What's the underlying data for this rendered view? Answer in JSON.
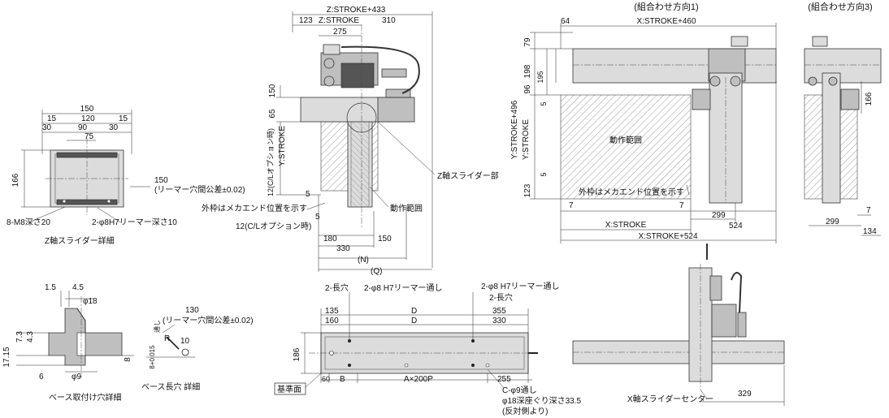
{
  "views": {
    "combo1_title": "(組合わせ方向1)",
    "combo3_title": "(組合わせ方向3)",
    "z_slider_detail": "Z軸スライダー詳細",
    "base_hole_detail": "ベース取付け穴詳細",
    "base_slot_detail": "ベース長穴 詳細",
    "x_slider_center": "X軸スライダーセンター"
  },
  "labels": {
    "z_slider_part": "Z軸スライダー部",
    "operating_range": "動作範囲",
    "operating_range_2": "動作範囲",
    "outer_frame_note": "外枠はメカエンド位置を示す",
    "outer_frame_note_2": "外枠はメカエンド位置を示す",
    "cl_option": "12(C/Lオプション時)",
    "cl_option_v": "12(C/Lオプション時)",
    "reamer_tol": "(リーマー穴間公差±0.02)",
    "reamer_tol_2": "(リーマー穴間公差±0.02)",
    "m8": "8-M8深さ20",
    "h7_reamer": "2-φ8H7リーマー深さ10",
    "long_hole_1": "2-長穴",
    "long_hole_2": "2-長穴",
    "h7_through_1": "2-φ8 H7リーマー通し",
    "h7_through_2": "2-φ8 H7リーマー通し",
    "ref_surface": "基準面",
    "c_hole": "C-φ9通し",
    "counterbore": "φ18深座ぐり深さ33.5",
    "opposite_side": "(反対側より)",
    "through": "通し"
  },
  "dims": {
    "z_stroke_433": "Z:STROKE+433",
    "z_stroke": "Z:STROKE",
    "d123": "123",
    "d310": "310",
    "d275": "275",
    "d65": "65",
    "d150v": "150",
    "y_stroke_v": "Y:STROKE",
    "d5a": "5",
    "d5b": "5",
    "d180": "180",
    "d330": "330",
    "d150": "150",
    "dN": "(N)",
    "dQ": "(Q)",
    "x_stroke_460": "X:STROKE+460",
    "d64": "64",
    "d79": "79",
    "d198": "198",
    "d195": "195",
    "d96": "96",
    "d5c": "5",
    "y_stroke_496": "Y:STROKE+496",
    "y_stroke2": "Y:STROKE",
    "d5d": "5",
    "d123b": "123",
    "d7a": "7",
    "d7b": "7",
    "d299": "299",
    "d524": "524",
    "x_stroke": "X:STROKE",
    "x_stroke_524": "X:STROKE+524",
    "d166r": "166",
    "d299r": "299",
    "d7r": "7",
    "d134": "134",
    "z150": "150",
    "z15a": "15",
    "z120": "120",
    "z15b": "15",
    "z30a": "30",
    "z90": "90",
    "z30b": "30",
    "z75": "75",
    "z166": "166",
    "z150b": "150",
    "b15": "1.5",
    "b45": "4.5",
    "b18": "φ18",
    "b73": "7.3",
    "b43": "4.3",
    "b1715": "17.15",
    "b6": "6",
    "b9": "φ9",
    "b8": "8",
    "s130": "130",
    "s8tol": "8+0.015",
    "s10": "10",
    "sR": "R",
    "d135": "135",
    "d160": "160",
    "dD1": "D",
    "dD2": "D",
    "d355": "355",
    "d330b": "330",
    "d186": "186",
    "d60": "60",
    "dB": "B",
    "dA200P": "A×200P",
    "d255": "255",
    "d329": "329"
  }
}
